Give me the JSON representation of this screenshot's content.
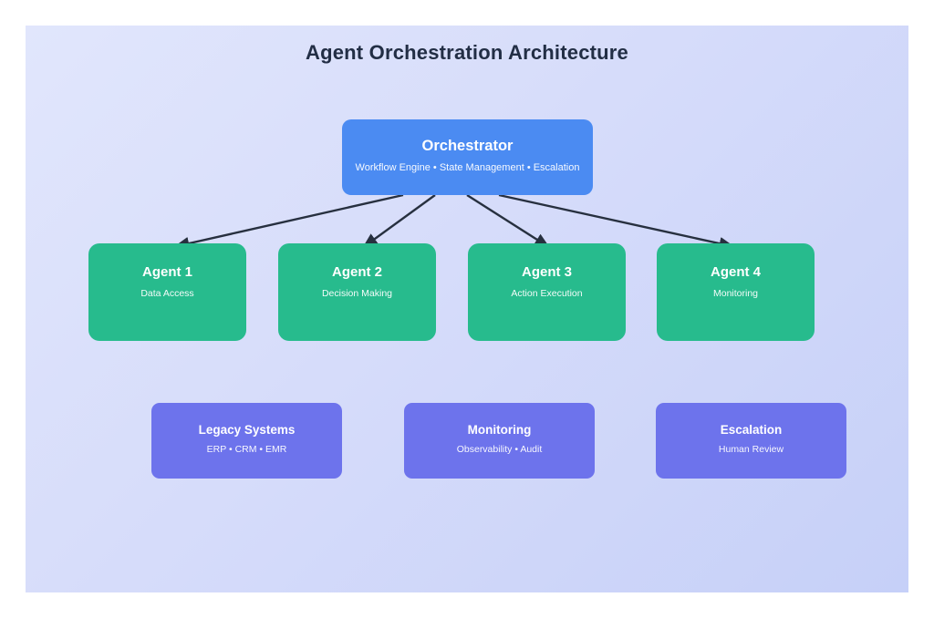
{
  "title": "Agent Orchestration Architecture",
  "orchestrator": {
    "title": "Orchestrator",
    "subtitle": "Workflow Engine • State Management • Escalation"
  },
  "agents": [
    {
      "title": "Agent 1",
      "subtitle": "Data Access"
    },
    {
      "title": "Agent 2",
      "subtitle": "Decision Making"
    },
    {
      "title": "Agent 3",
      "subtitle": "Action Execution"
    },
    {
      "title": "Agent 4",
      "subtitle": "Monitoring"
    }
  ],
  "systems": [
    {
      "title": "Legacy Systems",
      "subtitle": "ERP • CRM • EMR"
    },
    {
      "title": "Monitoring",
      "subtitle": "Observability • Audit"
    },
    {
      "title": "Escalation",
      "subtitle": "Human Review"
    }
  ],
  "colors": {
    "background_gradient_start": "#e1e6fc",
    "background_gradient_end": "#c6d0f8",
    "orchestrator_node": "#4b8bf2",
    "agent_node": "#27bb8d",
    "system_node": "#6d73ec",
    "arrow": "#27303f",
    "title_text": "#222e45",
    "node_text": "#ffffff"
  }
}
